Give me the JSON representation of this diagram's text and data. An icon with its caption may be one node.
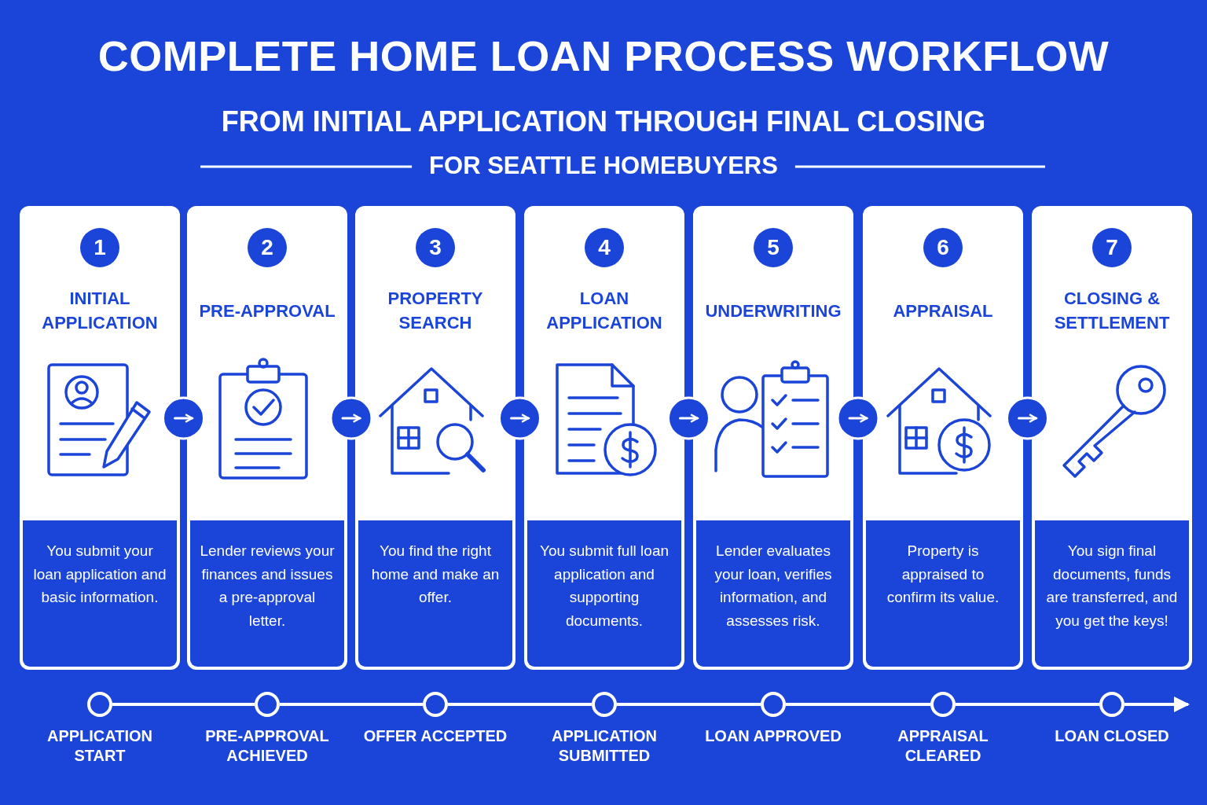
{
  "diagram": {
    "title": "COMPLETE HOME LOAN PROCESS WORKFLOW",
    "nodes": [
      {
        "text": [
          "1",
          "INITIAL APPLICATION",
          "You submit your loan application and basic information."
        ]
      },
      {
        "text": [
          "2",
          "PRE-APPROVAL",
          "Lender reviews your finances and issues a pre-approval letter."
        ]
      },
      {
        "text": [
          "3",
          "PROPERTY SEARCH",
          "You find the right home and make an offer."
        ]
      },
      {
        "text": [
          "4",
          "LOAN APPLICATION",
          "You submit full loan application and supporting documents."
        ]
      },
      {
        "text": [
          "5",
          "UNDERWRITING",
          "Lender evaluates your loan, verifies information, and assesses risk."
        ]
      },
      {
        "text": [
          "6",
          "APPRAISAL",
          "Property is appraised to confirm its value."
        ]
      },
      {
        "text": [
          "7",
          "CLOSING & SETTLEMENT",
          "You sign final documents, funds are transferred, and you get the keys!"
        ]
      },
      {
        "text": [],
        "shape": "circle",
        "beside": [
          "APPLICATION START"
        ]
      },
      {
        "text": [],
        "shape": "circle",
        "beside": [
          "PRE-APPROVAL ACHIEVED"
        ]
      },
      {
        "text": [],
        "shape": "circle",
        "beside": [
          "OFFER ACCEPTED"
        ]
      },
      {
        "text": [],
        "shape": "circle",
        "beside": [
          "APPLICATION SUBMITTED"
        ]
      },
      {
        "text": [],
        "shape": "circle",
        "beside": [
          "LOAN APPROVED"
        ]
      },
      {
        "text": [],
        "shape": "circle",
        "beside": [
          "APPRAISAL CLEARED"
        ]
      },
      {
        "text": [],
        "shape": "circle",
        "beside": [
          "LOAN CLOSED"
        ]
      }
    ],
    "edges": [
      {
        "from": 0,
        "to": 1,
        "arrow": "to"
      },
      {
        "from": 1,
        "to": 2,
        "arrow": "to"
      },
      {
        "from": 2,
        "to": 3,
        "arrow": "to"
      },
      {
        "from": 3,
        "to": 4,
        "arrow": "to"
      },
      {
        "from": 4,
        "to": 5,
        "arrow": "to"
      },
      {
        "from": 5,
        "to": 6,
        "arrow": "to"
      },
      {
        "from": 7,
        "to": 8,
        "arrow": "none"
      },
      {
        "from": 8,
        "to": 9,
        "arrow": "none"
      },
      {
        "from": 9,
        "to": 10,
        "arrow": "none"
      },
      {
        "from": 10,
        "to": 11,
        "arrow": "none"
      },
      {
        "from": 11,
        "to": 12,
        "arrow": "none"
      },
      {
        "from": 12,
        "to": 13,
        "arrow": "none"
      },
      {
        "from": 13,
        "to": null,
        "arrow": "to"
      }
    ],
    "labels": [
      "FROM INITIAL APPLICATION THROUGH FINAL CLOSING",
      "FOR SEATTLE HOMEBUYERS"
    ]
  }
}
